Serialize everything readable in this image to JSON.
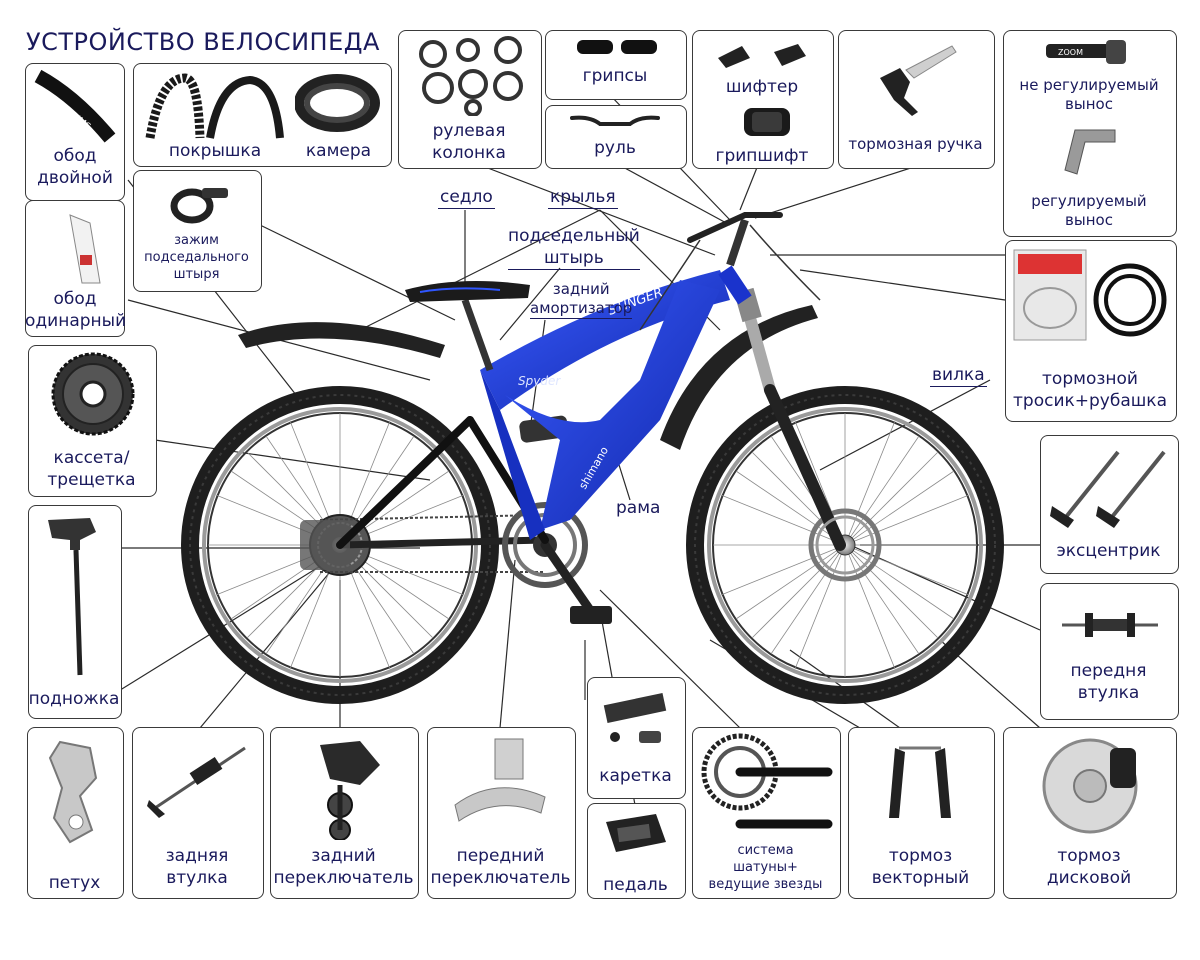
{
  "title": "УСТРОЙСТВО ВЕЛОСИПЕДА",
  "colors": {
    "frame": "#1f3fd6",
    "ink": "#1a1a5c",
    "metal": "#555555",
    "tire": "#1e1e1e"
  },
  "boxes": {
    "rim_double": "обод\nдвойной",
    "rim_single": "обод\nодинарный",
    "tire": "покрышка",
    "tube": "камера",
    "seatpost_clamp": "зажим\nподседального\nштыря",
    "headset": "рулевая\nколонка",
    "grips": "грипсы",
    "handlebar": "руль",
    "shifter": "шифтер",
    "gripshift": "грипшифт",
    "brake_lever": "тормозная ручка",
    "stem_fixed": "не регулируемый\nвынос",
    "stem_adjustable": "регулируемый\nвынос",
    "brake_cable": "тормозной\nтросик+рубашка",
    "cassette": "кассета/\nтрещетка",
    "kickstand": "подножка",
    "quick_release": "эксцентрик",
    "front_hub": "передня\nвтулка",
    "dropout": "петух",
    "rear_hub": "задняя\nвтулка",
    "rear_derailleur": "задний\nпереключатель",
    "front_derailleur": "передний\nпереключатель",
    "bottom_bracket": "каретка",
    "pedal": "педаль",
    "crankset": "система\nшатуны+\nведущие звезды",
    "v_brake": "тормоз\nвекторный",
    "disc_brake": "тормоз\nдисковой"
  },
  "callouts": {
    "saddle": "седло",
    "fenders": "крылья",
    "seatpost": "подседельный\nштырь",
    "rear_shock": "задний\nамортизатор",
    "fork": "вилка",
    "frame": "рама"
  },
  "frame_decals": {
    "brand": "STINGER",
    "model": "Spyder",
    "component": "shimano"
  },
  "product_markings": {
    "rim": "ALEXRIMS",
    "stem": "ZOOM"
  }
}
